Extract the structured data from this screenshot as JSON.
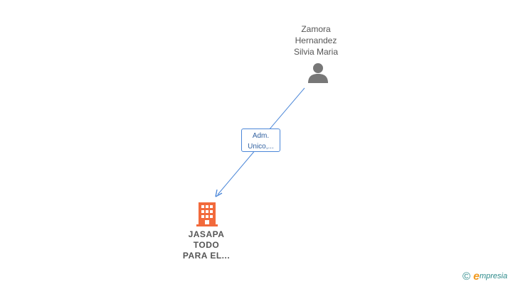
{
  "person": {
    "name_lines": [
      "Zamora",
      "Hernandez",
      "Silvia Maria"
    ],
    "icon": "person-icon"
  },
  "relationship": {
    "label_lines": [
      "Adm.",
      "Unico,..."
    ]
  },
  "company": {
    "name_lines": [
      "JASAPA",
      "TODO",
      "PARA EL..."
    ],
    "icon": "building-icon"
  },
  "brand": {
    "copyright_symbol": "©",
    "logo_initial": "e",
    "logo_rest": "mpresia"
  },
  "colors": {
    "person_icon": "#777777",
    "edge": "#4a86d8",
    "company_icon": "#f26a3c",
    "brand_teal": "#2e8b8b",
    "brand_orange": "#f29a1f"
  }
}
